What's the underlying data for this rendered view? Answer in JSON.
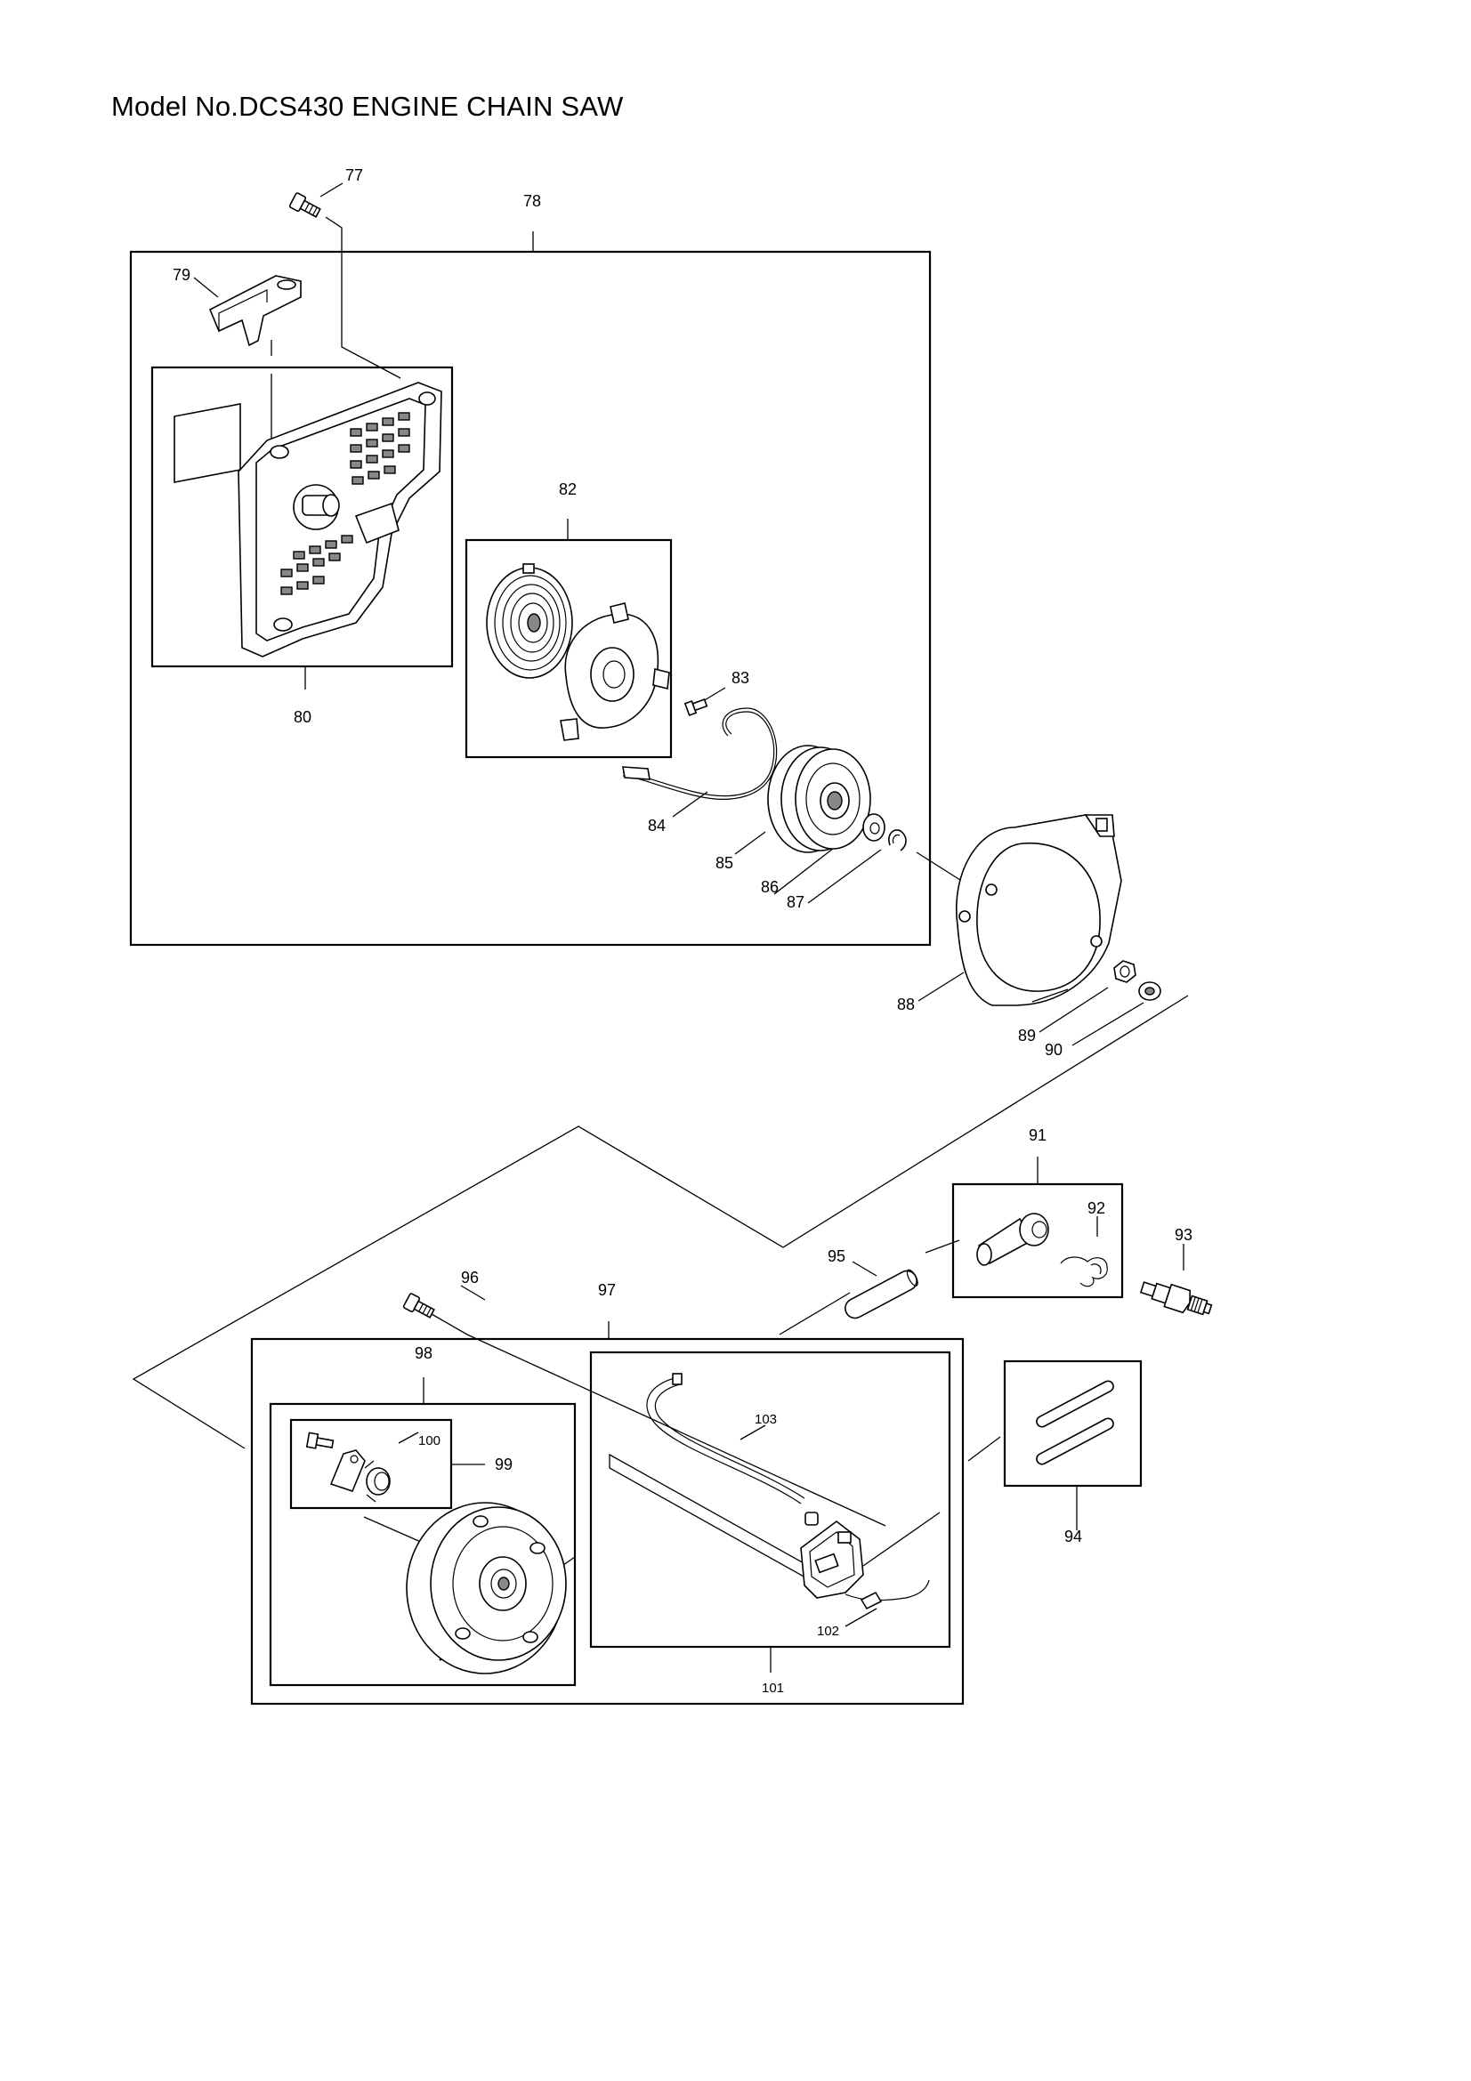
{
  "title": "Model No.DCS430 ENGINE CHAIN SAW",
  "callouts": {
    "p77": "77",
    "p78": "78",
    "p79": "79",
    "p80": "80",
    "p82": "82",
    "p83": "83",
    "p84": "84",
    "p85": "85",
    "p86": "86",
    "p87": "87",
    "p88": "88",
    "p89": "89",
    "p90": "90",
    "p91": "91",
    "p92": "92",
    "p93": "93",
    "p94": "94",
    "p95": "95",
    "p96": "96",
    "p97": "97",
    "p98": "98",
    "p99": "99",
    "p100": "100",
    "p101": "101",
    "p102": "102",
    "p103": "103"
  }
}
